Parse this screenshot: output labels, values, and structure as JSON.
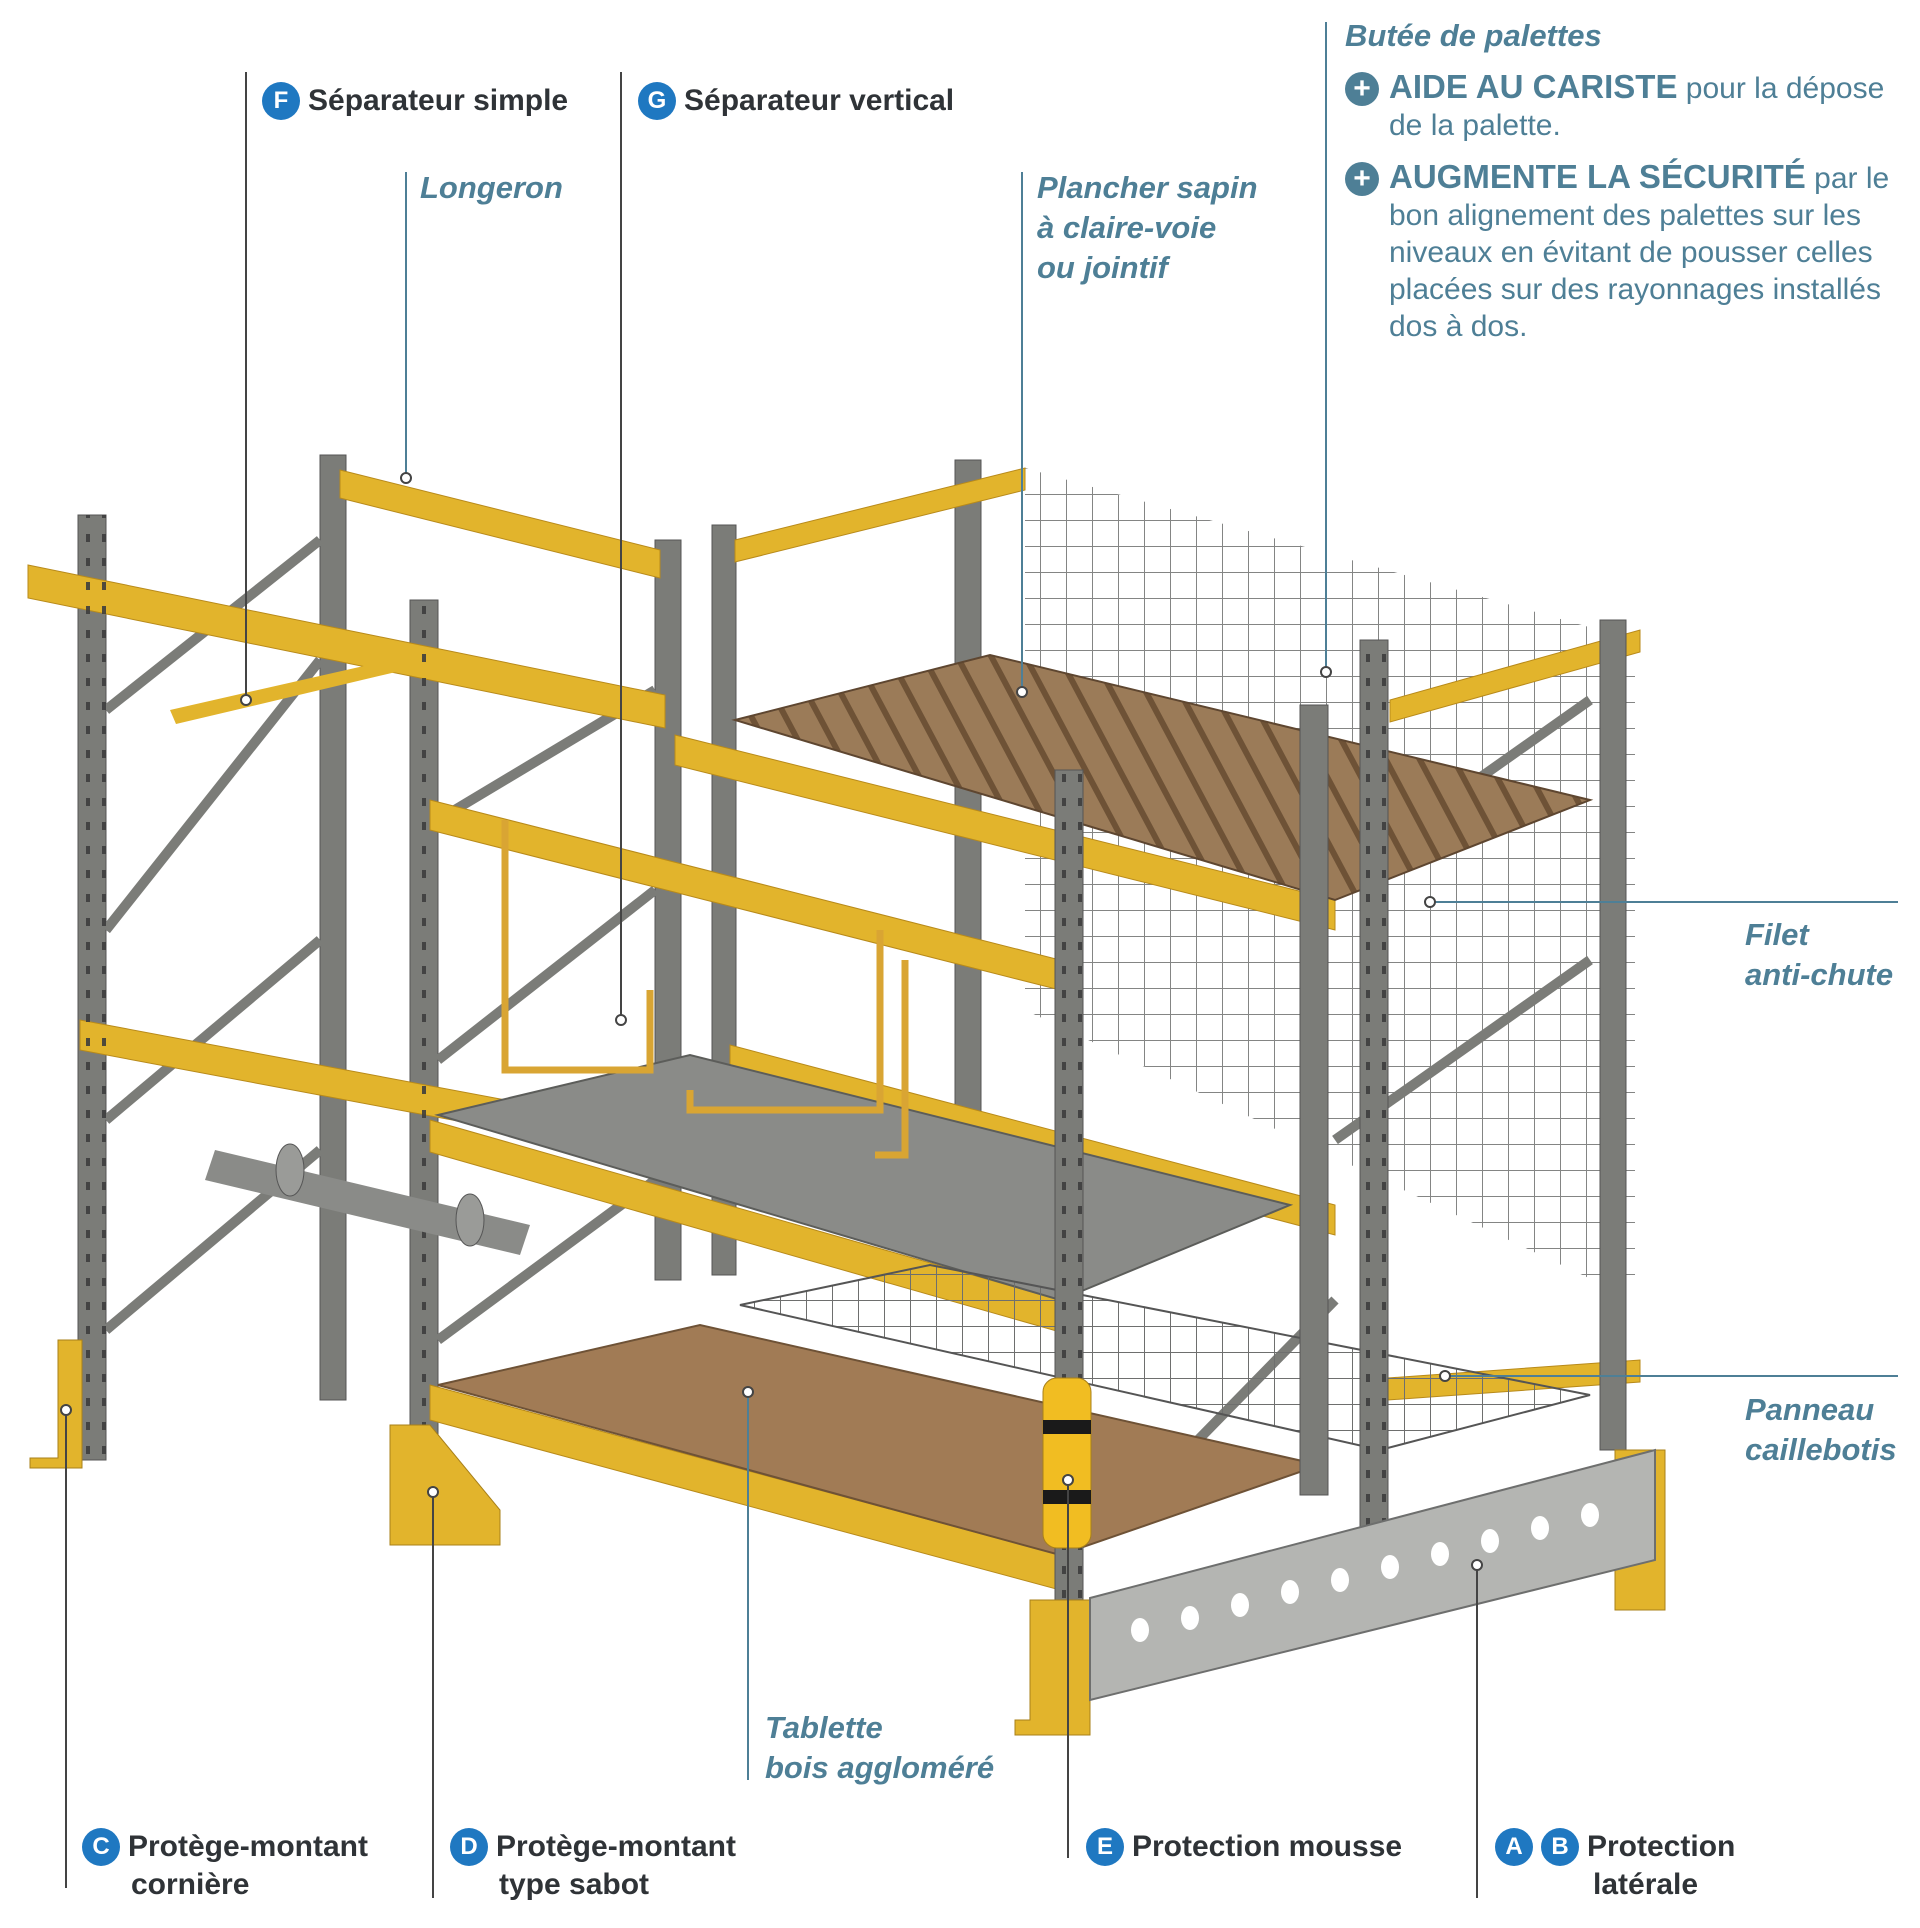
{
  "labels": {
    "longeron": "Longeron",
    "plancher": [
      "Plancher sapin",
      "à claire-voie",
      "ou jointif"
    ],
    "butee": "Butée de palettes",
    "filet": [
      "Filet",
      "anti-chute"
    ],
    "panneau": [
      "Panneau",
      "caillebotis"
    ],
    "tablette": [
      "Tablette",
      "bois aggloméré"
    ]
  },
  "callouts": {
    "f": {
      "badge": "F",
      "text": "Séparateur simple"
    },
    "g": {
      "badge": "G",
      "text": "Séparateur vertical"
    },
    "c": {
      "badge": "C",
      "line1": "Protège-montant",
      "line2": "cornière"
    },
    "d": {
      "badge": "D",
      "line1": "Protège-montant",
      "line2": "type sabot"
    },
    "e": {
      "badge": "E",
      "text": "Protection mousse"
    },
    "ab": {
      "badge_a": "A",
      "badge_b": "B",
      "line1": "Protection",
      "line2": "latérale"
    }
  },
  "info": {
    "item1": {
      "bold": "AIDE AU CARISTE",
      "rest": " pour la dépose de la palette."
    },
    "item2": {
      "bold": "AUGMENTE LA SÉCURITÉ",
      "rest": " par le bon alignement des palettes sur les niveaux en évitant de pousser celles placées sur des rayonnages installés dos à dos."
    }
  },
  "colors": {
    "accent": "#4e7f96",
    "badge": "#1f78c1",
    "beam": "#e2b42c",
    "upright": "#7b7c78",
    "wood": "#8e6b48"
  }
}
